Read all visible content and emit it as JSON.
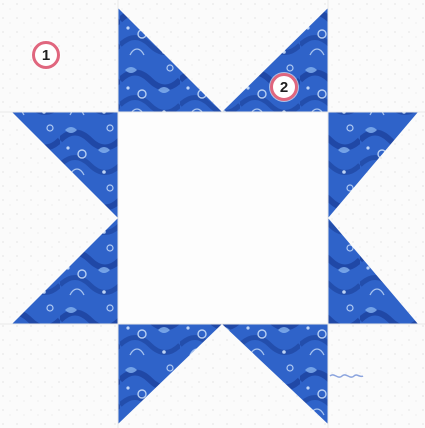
{
  "block": {
    "name": "sawtooth-star-quilt-block",
    "colors": {
      "background": "#fbfbfb",
      "fabric_dark": "#1b3f9a",
      "fabric_mid": "#2f63c9",
      "fabric_light": "#86b3ef",
      "fabric_swirl": "#cfe2fb",
      "center": "#fdfdfd",
      "callout_ring": "#e0667e"
    }
  },
  "callouts": [
    {
      "label": "1"
    },
    {
      "label": "2"
    }
  ]
}
